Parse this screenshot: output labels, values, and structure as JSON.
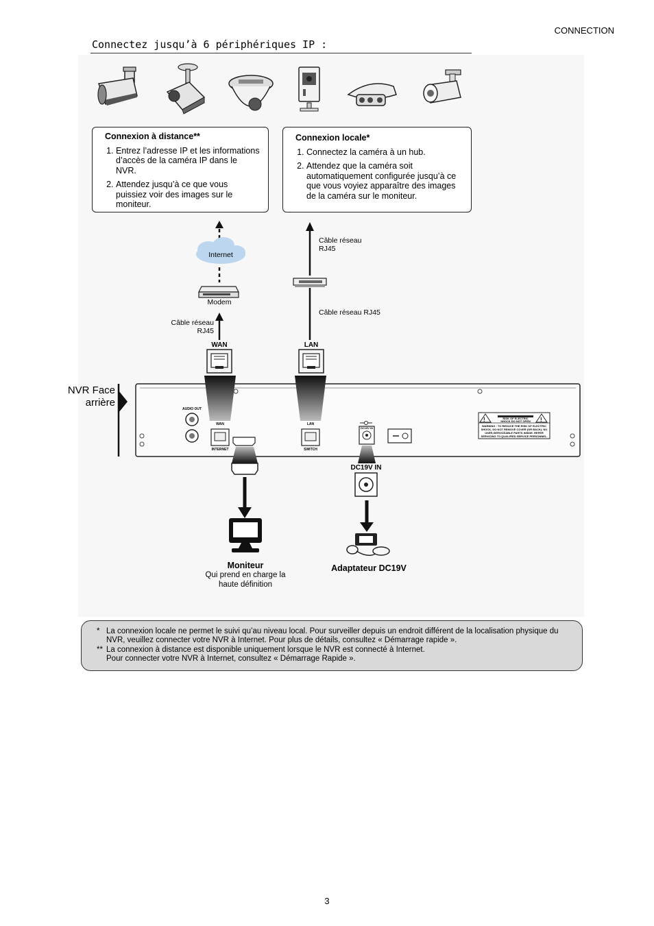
{
  "header": {
    "section": "CONNECTION"
  },
  "title": "Connectez jusqu’à 6 périphériques IP :",
  "remote_box": {
    "title": "Connexion à distance**",
    "steps": [
      "Entrez l’adresse IP et les informations d’accès de la caméra IP dans le NVR.",
      "Attendez jusqu’à ce que vous puissiez voir des images sur le moniteur."
    ]
  },
  "local_box": {
    "title": "Connexion locale*",
    "steps": [
      "Connectez la caméra à un hub.",
      "Attendez que la caméra soit automatiquement configurée jusqu’à ce que vous voyiez apparaître des images de la caméra sur le moniteur."
    ]
  },
  "labels": {
    "internet": "Internet",
    "modem": "Modem",
    "cable_rj45_left": "Câble réseau RJ45",
    "cable_rj45_top_right": "Câble réseau RJ45",
    "cable_rj45_mid_right": "Câble réseau RJ45",
    "wan": "WAN",
    "lan": "LAN",
    "nvr_rear": "NVR Face arrière",
    "dc_in": "DC19V IN",
    "monitor_title": "Moniteur",
    "monitor_desc": "Qui prend en charge la haute définition",
    "adapter": "Adaptateur DC19V"
  },
  "panel_labels": {
    "audio_out": "AUDIO OUT",
    "wan_small": "WAN",
    "internet_port": "INTERNET",
    "lan_small": "LAN",
    "switch_port": "SWITCH",
    "dc_small": "DC19V IN",
    "warning_lines": [
      "RISK OF ELECTRIC",
      "SHOCK DO NOT OPEN",
      "WARNING : TO REDUCE THE RISK OF ELECTRIC",
      "SHOCK, DO NOT REMOVE COVER (OR BACK). NO",
      "USER-SERVICEABLE PARTS INSIDE. REFER",
      "SERVICING TO QUALIFIED SERVICE PERSONNEL."
    ]
  },
  "footnotes": [
    {
      "mark": "*",
      "text": "La connexion locale ne permet le suivi qu’au niveau local. Pour surveiller depuis un endroit différent de la localisation physique du NVR, veuillez connecter votre NVR à Internet. Pour plus de détails, consultez « Démarrage rapide »."
    },
    {
      "mark": "**",
      "text": "La connexion à distance est disponible uniquement lorsque le NVR est connecté à Internet. Pour connecter votre NVR à Internet, consultez « Démarrage Rapide »."
    }
  ],
  "page_number": "3",
  "icons": [
    "bullet-camera-icon",
    "ceiling-camera-icon",
    "dome-camera-icon",
    "cube-camera-icon",
    "flat-dome-camera-icon",
    "bullet-camera-icon",
    "cloud-icon",
    "modem-icon",
    "hub-icon",
    "rj45-port-icon",
    "hdmi-port-icon",
    "dc-jack-icon",
    "monitor-icon",
    "power-adapter-icon",
    "warning-triangle-icon"
  ]
}
